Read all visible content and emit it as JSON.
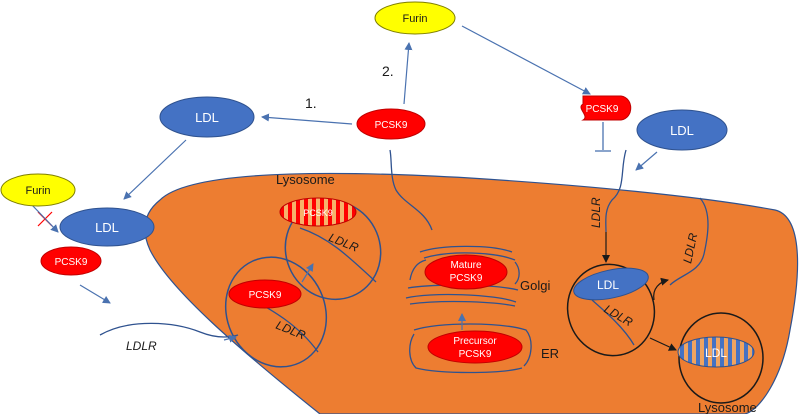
{
  "colors": {
    "cell": "#ed7d31",
    "ldl": "#4472c4",
    "pcsk9": "#ff0000",
    "furin": "#ffff00",
    "arrow": "#4a72b0"
  },
  "labels": {
    "furin_top": "Furin",
    "furin_left": "Furin",
    "step1": "1.",
    "step2": "2.",
    "ldl_top_left": "LDL",
    "ldl_top_right": "LDL",
    "ldl_surface": "LDL",
    "ldl_endosome": "LDL",
    "ldl_lysosome_right": "LDL",
    "pcsk9_secreted": "PCSK9",
    "pcsk9_cleaved": "PCSK9",
    "pcsk9_bound": "PCSK9",
    "pcsk9_endosome": "PCSK9",
    "pcsk9_lysosome": "PCSK9",
    "mature_pcsk9_line1": "Mature",
    "mature_pcsk9_line2": "PCSK9",
    "precursor_pcsk9_line1": "Precursor",
    "precursor_pcsk9_line2": "PCSK9",
    "golgi": "Golgi",
    "er": "ER",
    "lysosome_left": "Lysosome",
    "lysosome_right": "Lysosome",
    "ldlr_surface_left": "LDLR",
    "ldlr_endosome_left": "LDLR",
    "ldlr_lysosome_left": "LDLR",
    "ldlr_surface_right": "LDLR",
    "ldlr_endosome_right": "LDLR",
    "ldlr_recycle": "LDLR"
  }
}
